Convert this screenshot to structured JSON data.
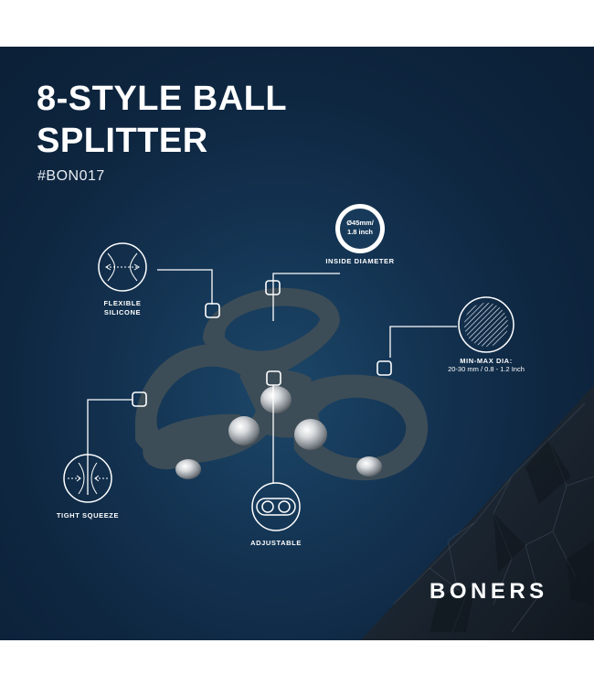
{
  "product": {
    "title_line1": "8-STYLE BALL",
    "title_line2": "SPLITTER",
    "code": "#BON017"
  },
  "brand": "BONERS",
  "callouts": {
    "inside_diameter": {
      "badge_line1": "Ø45mm/",
      "badge_line2": "1.8 inch",
      "label": "INSIDE DIAMETER",
      "icon": "diameter-badge-icon"
    },
    "flexible_silicone": {
      "label_line1": "FLEXIBLE",
      "label_line2": "SILICONE",
      "icon": "flex-arrows-icon"
    },
    "min_max": {
      "label": "MIN-MAX DIA:",
      "detail": "20-30 mm / 0.8 - 1.2 Inch",
      "icon": "hatched-circle-icon"
    },
    "tight_squeeze": {
      "label": "TIGHT SQUEEZE",
      "icon": "squeeze-arrows-icon"
    },
    "adjustable": {
      "label": "ADJUSTABLE",
      "icon": "double-snap-icon"
    }
  },
  "colors": {
    "background": "#0e2640",
    "product": "#3d4d57",
    "accent_text": "#ffffff"
  }
}
